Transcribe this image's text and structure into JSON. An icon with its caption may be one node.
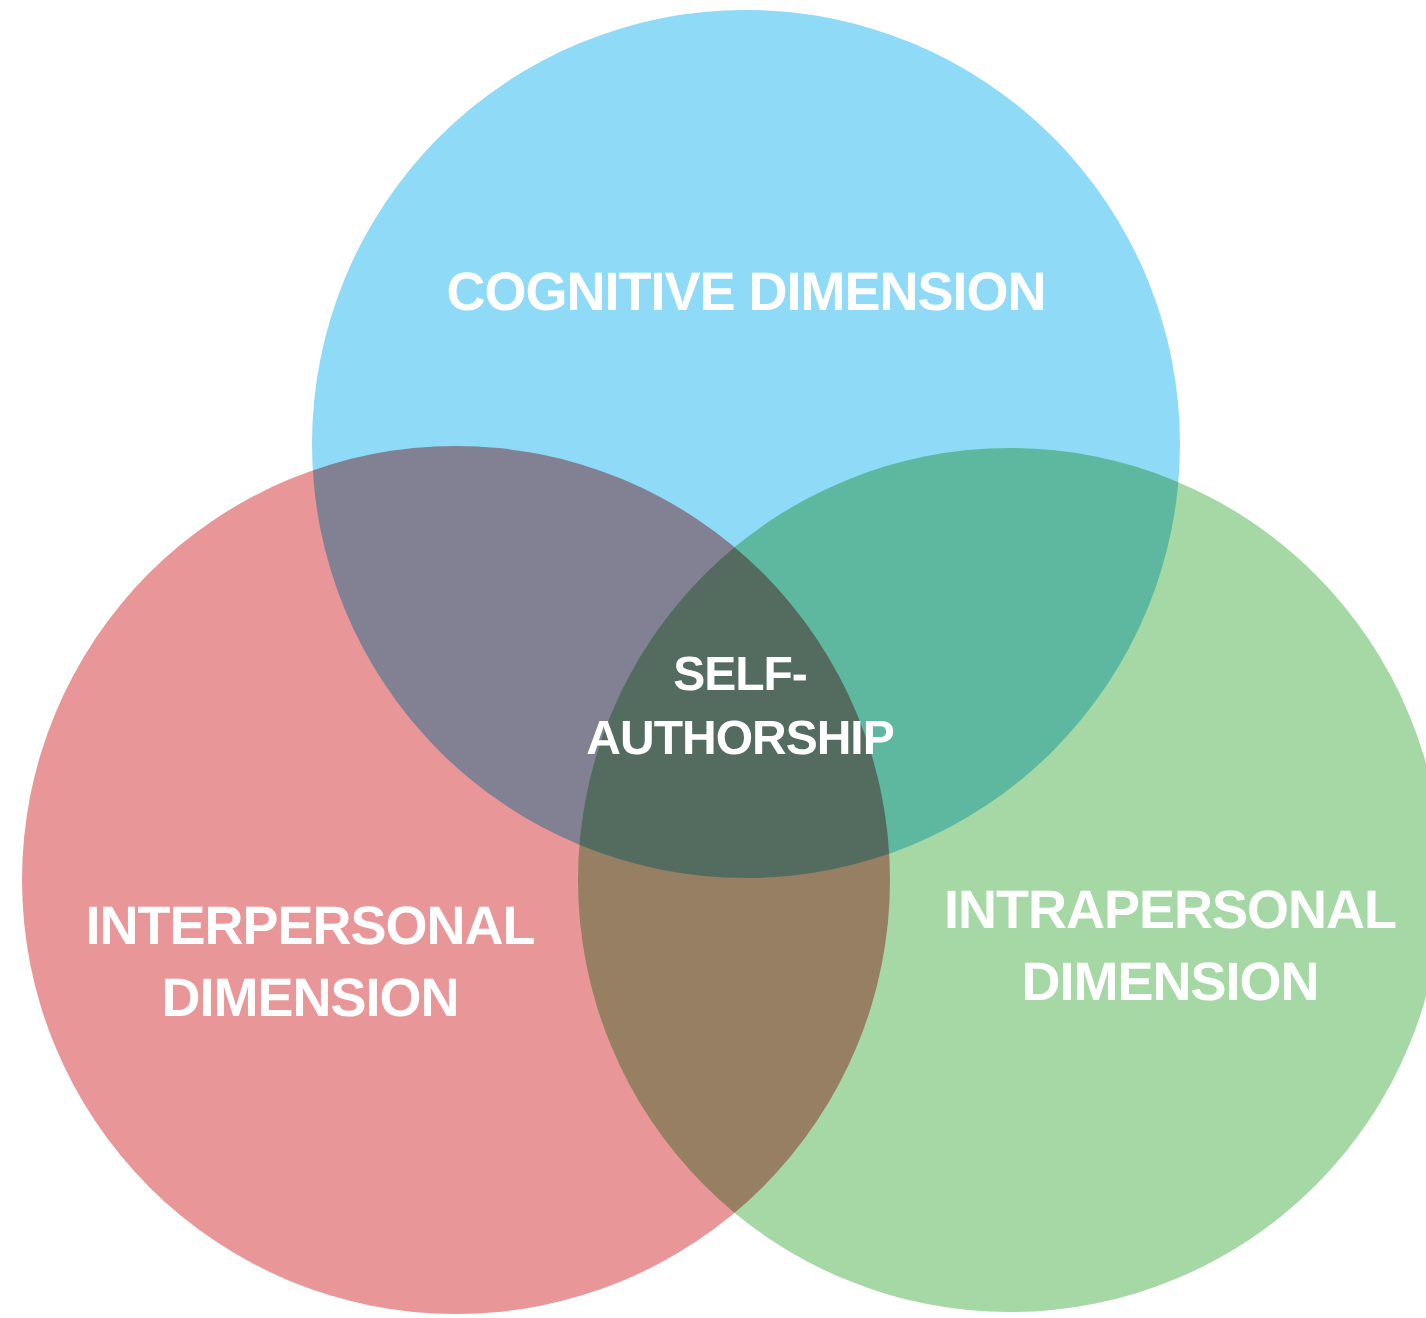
{
  "diagram": {
    "nodes": [
      {
        "text": [
          "COGNITIVE DIMENSION"
        ]
      },
      {
        "text": [
          "INTERPERSONAL DIMENSION"
        ]
      },
      {
        "text": [
          "INTRAPERSONAL DIMENSION"
        ]
      }
    ],
    "labels": [
      "SELF-AUTHORSHIP"
    ]
  }
}
